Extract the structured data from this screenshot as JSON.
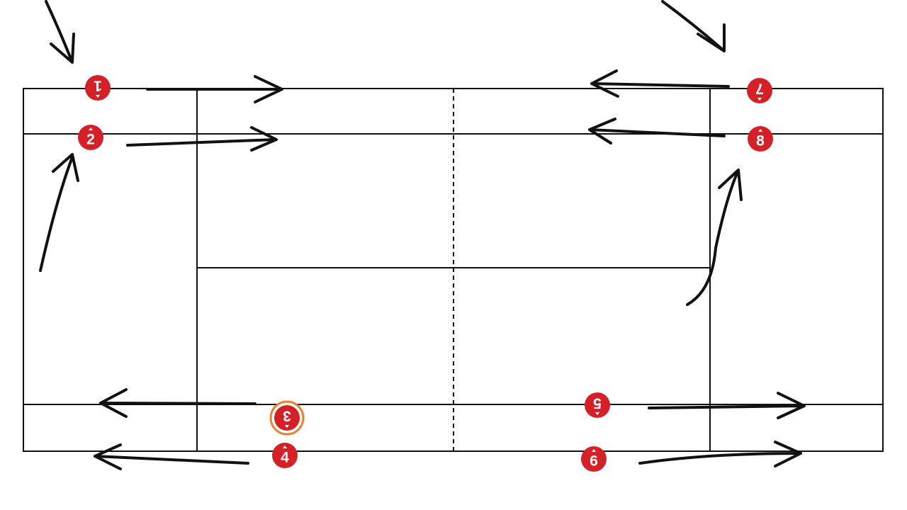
{
  "diagram": {
    "markers": [
      {
        "label": "1",
        "inverted": true,
        "highlighted": false
      },
      {
        "label": "2",
        "inverted": false,
        "highlighted": false
      },
      {
        "label": "3",
        "inverted": true,
        "highlighted": true
      },
      {
        "label": "4",
        "inverted": false,
        "highlighted": false
      },
      {
        "label": "5",
        "inverted": true,
        "highlighted": false
      },
      {
        "label": "6",
        "inverted": false,
        "highlighted": false
      },
      {
        "label": "7",
        "inverted": true,
        "highlighted": false
      },
      {
        "label": "8",
        "inverted": false,
        "highlighted": false
      }
    ],
    "colors": {
      "marker": "#d42027",
      "highlight_ring": "#e8822f",
      "lines": "#111111"
    }
  }
}
